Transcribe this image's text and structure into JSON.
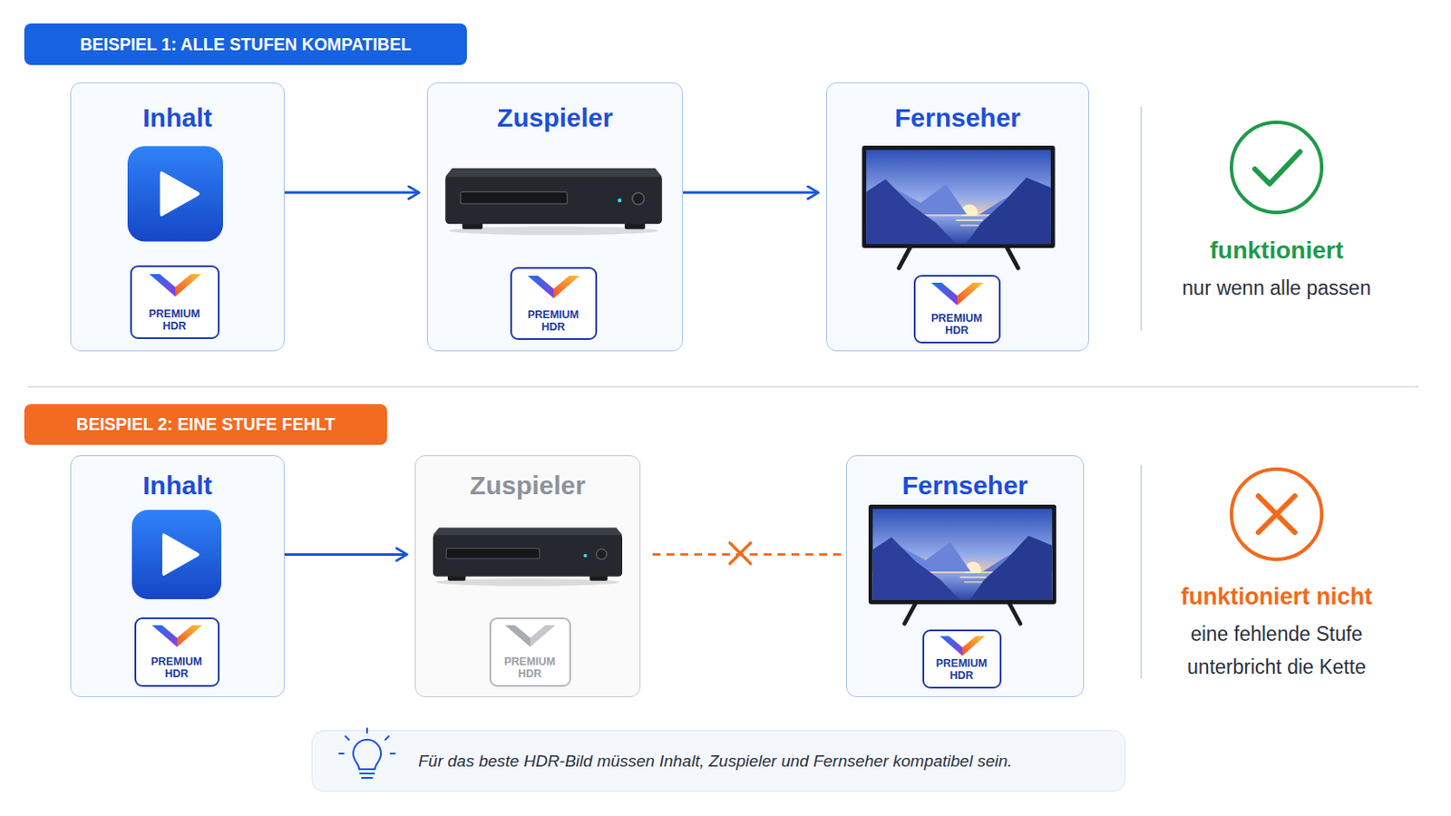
{
  "diagram": {
    "nodes": [
      {
        "text": [
          "BEISPIEL 1: ALLE STUFEN KOMPATIBEL"
        ]
      },
      {
        "text": [
          "Inhalt"
        ]
      },
      {
        "text": [
          "PREMIUM HDR"
        ],
        "in": 1
      },
      {
        "text": [
          "Zuspieler"
        ]
      },
      {
        "text": [
          "PREMIUM HDR"
        ],
        "in": 3
      },
      {
        "text": [
          "Fernseher"
        ]
      },
      {
        "text": [
          "PREMIUM HDR"
        ],
        "in": 5
      },
      {
        "text": [
          "BEISPIEL 2: EINE STUFE FEHLT"
        ]
      },
      {
        "text": [
          "Inhalt"
        ]
      },
      {
        "text": [
          "PREMIUM HDR"
        ],
        "in": 8
      },
      {
        "text": [
          "Zuspieler"
        ]
      },
      {
        "text": [
          "PREMIUM HDR"
        ],
        "in": 10
      },
      {
        "text": [
          "Fernseher"
        ]
      },
      {
        "text": [
          "PREMIUM HDR"
        ],
        "in": 12
      },
      {
        "text": [
          "Für das beste HDR-Bild müssen Inhalt, Zuspieler und Fernseher kompatibel sein."
        ]
      }
    ],
    "edges": [
      {
        "from": 1,
        "to": 3,
        "arrow": "to"
      },
      {
        "from": 3,
        "to": 5,
        "arrow": "to"
      },
      {
        "from": 8,
        "to": 10,
        "arrow": "to"
      },
      {
        "from": 10,
        "to": 12,
        "arrow": "none"
      }
    ],
    "labels": [
      "funktioniert",
      "nur wenn alle passen",
      "funktioniert nicht",
      "eine fehlende Stufe unterbricht die Kette"
    ]
  }
}
